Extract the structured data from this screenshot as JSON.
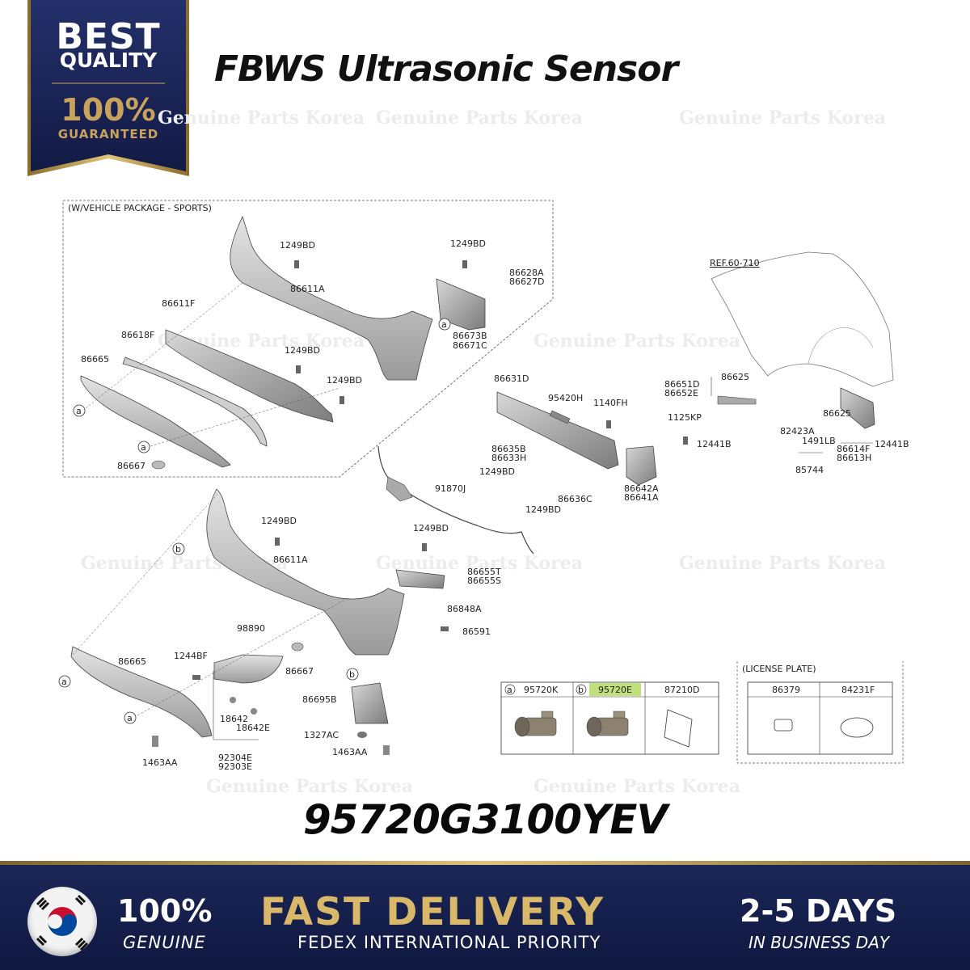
{
  "badge": {
    "line1": "BEST",
    "line2": "QUALITY",
    "line3": "100%",
    "line4": "GUARANTEED"
  },
  "title": "FBWS Ultrasonic Sensor",
  "watermark": "Genuine Parts Korea",
  "part_number": "95720G3100YEV",
  "diagram": {
    "box_title": "(W/VEHICLE PACKAGE - SPORTS)",
    "ref": "REF.60-710",
    "license_title": "(LICENSE PLATE)",
    "labels": {
      "l_1249BD_a": "1249BD",
      "l_1249BD_b": "1249BD",
      "l_86628A": "86628A",
      "l_86627D": "86627D",
      "l_86611A_top": "86611A",
      "l_86611F": "86611F",
      "l_86618F": "86618F",
      "l_1249BD_c": "1249BD",
      "l_1249BD_d": "1249BD",
      "l_86673B": "86673B",
      "l_86671C": "86671C",
      "l_86665_top": "86665",
      "l_86667_top": "86667",
      "l_86631D": "86631D",
      "l_95420H": "95420H",
      "l_1140FH": "1140FH",
      "l_86651D": "86651D",
      "l_86652E": "86652E",
      "l_86625_a": "86625",
      "l_86625_b": "86625",
      "l_1125KP": "1125KP",
      "l_12441B_a": "12441B",
      "l_82423A": "82423A",
      "l_1491LB": "1491LB",
      "l_86614F": "86614F",
      "l_86613H": "86613H",
      "l_12441B_b": "12441B",
      "l_85744": "85744",
      "l_86635B": "86635B",
      "l_86633H": "86633H",
      "l_1249BD_e": "1249BD",
      "l_91870J": "91870J",
      "l_86636C": "86636C",
      "l_1249BD_f": "1249BD",
      "l_86642A": "86642A",
      "l_86641A": "86641A",
      "l_1249BD_g": "1249BD",
      "l_1249BD_h": "1249BD",
      "l_86611A_bot": "86611A",
      "l_86655T": "86655T",
      "l_86655S": "86655S",
      "l_86848A": "86848A",
      "l_86591": "86591",
      "l_98890": "98890",
      "l_1244BF": "1244BF",
      "l_86665_bot": "86665",
      "l_86667_bot": "86667",
      "l_86695B": "86695B",
      "l_18642": "18642",
      "l_18642E": "18642E",
      "l_1327AC": "1327AC",
      "l_1463AA_a": "1463AA",
      "l_1463AA_b": "1463AA",
      "l_92304E": "92304E",
      "l_92303E": "92303E"
    },
    "callouts": [
      "a",
      "b"
    ],
    "parts_table": {
      "col1": "95720K",
      "col2": "95720E",
      "col3": "87210D",
      "col1_ref": "a",
      "col2_ref": "b"
    },
    "license_table": {
      "col1": "86379",
      "col2": "84231F"
    }
  },
  "footer": {
    "genuine_pct": "100%",
    "genuine_label": "GENUINE",
    "fast": "FAST DELIVERY",
    "fedex": "FEDEX INTERNATIONAL PRIORITY",
    "days": "2-5 DAYS",
    "days_sub": "IN BUSINESS DAY"
  },
  "colors": {
    "navy": "#1c2758",
    "gold": "#c9a35c",
    "highlight": "#bfe07a"
  }
}
